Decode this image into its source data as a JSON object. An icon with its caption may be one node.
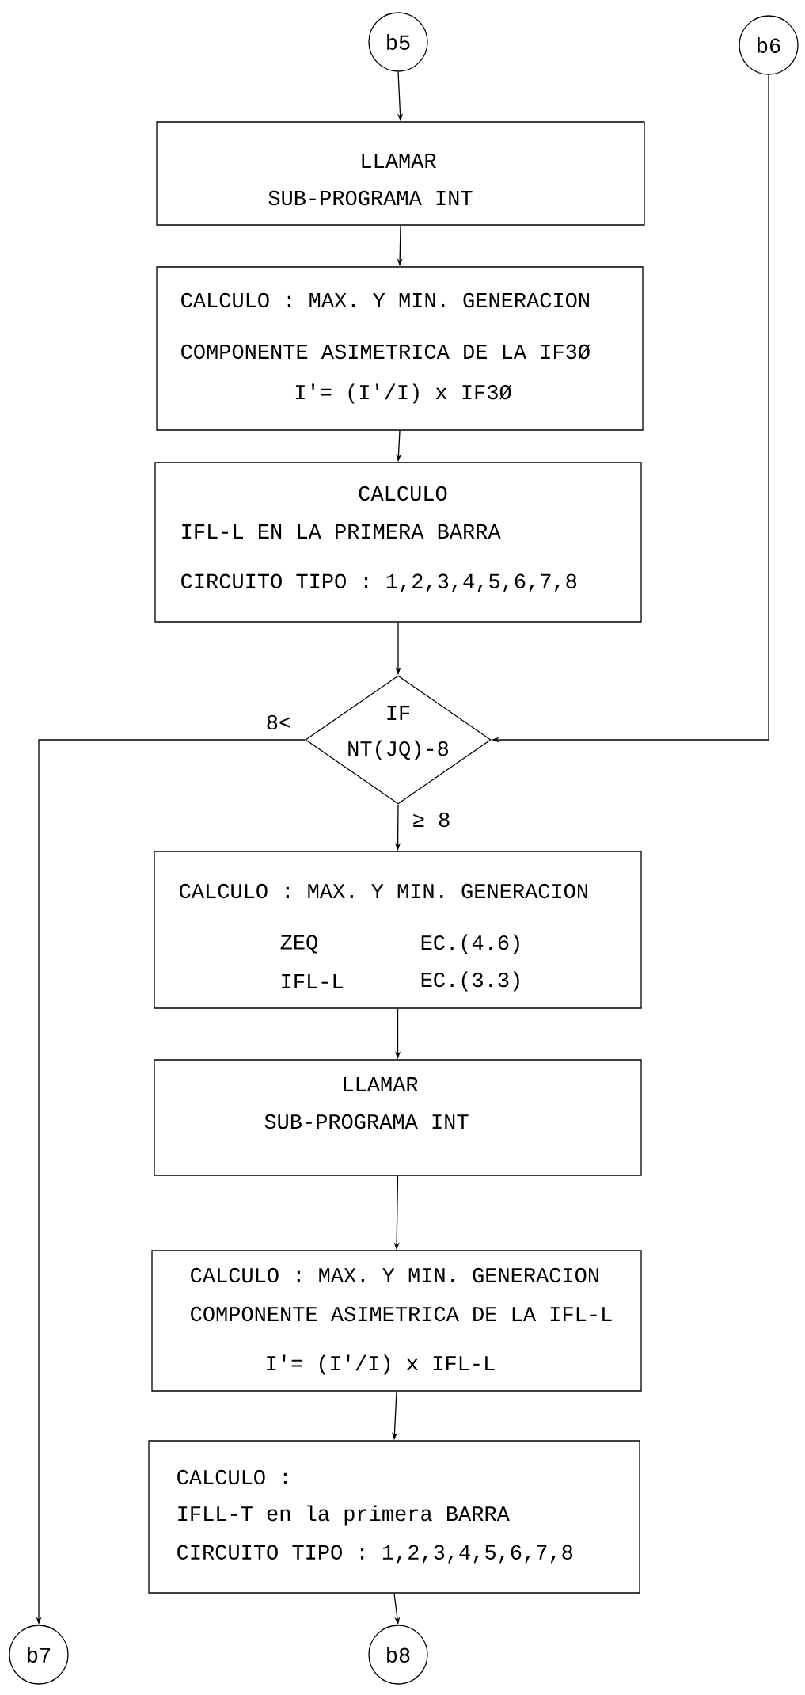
{
  "diagram": {
    "nodes": [
      {
        "text": [
          "b5"
        ]
      },
      {
        "text": [
          "b6"
        ]
      },
      {
        "text": [
          "LLAMAR",
          "SUB-PROGRAMA INT"
        ]
      },
      {
        "text": [
          "CALCULO : MAX. Y MIN. GENERACION",
          "COMPONENTE ASIMETRICA DE LA IF3Ø",
          "I'= (I'/I) x IF3Ø"
        ]
      },
      {
        "text": [
          "CALCULO",
          "IFL-L EN LA PRIMERA BARRA",
          "CIRCUITO TIPO : 1,2,3,4,5,6,7,8"
        ]
      },
      {
        "text": [
          "IF",
          "NT(JQ)-8"
        ]
      },
      {
        "text": [
          "CALCULO : MAX. Y MIN. GENERACION",
          "ZEQ",
          "EC.(4.6)",
          "IFL-L",
          "EC.(3.3)"
        ]
      },
      {
        "text": [
          "LLAMAR",
          "SUB-PROGRAMA INT"
        ]
      },
      {
        "text": [
          "CALCULO : MAX. Y MIN. GENERACION",
          "COMPONENTE ASIMETRICA DE LA IFL-L",
          "I'= (I'/I) x IFL-L"
        ]
      },
      {
        "text": [
          "CALCULO :",
          "IFLL-T en la primera BARRA",
          "CIRCUITO TIPO : 1,2,3,4,5,6,7,8"
        ]
      },
      {
        "text": [
          "b7"
        ]
      },
      {
        "text": [
          "b8"
        ]
      }
    ],
    "edges": [
      {
        "from": 0,
        "to": 2,
        "arrow": "to"
      },
      {
        "from": 2,
        "to": 3,
        "arrow": "to"
      },
      {
        "from": 3,
        "to": 4,
        "arrow": "to"
      },
      {
        "from": 4,
        "to": 5,
        "arrow": "to"
      },
      {
        "from": 1,
        "to": 5,
        "arrow": "to"
      },
      {
        "from": 5,
        "to": 10,
        "label": "8<",
        "arrow": "to"
      },
      {
        "from": 5,
        "to": 6,
        "label": "≥ 8",
        "arrow": "to"
      },
      {
        "from": 6,
        "to": 7,
        "arrow": "to"
      },
      {
        "from": 7,
        "to": 8,
        "arrow": "to"
      },
      {
        "from": 8,
        "to": 9,
        "arrow": "to"
      },
      {
        "from": 9,
        "to": 11,
        "arrow": "to"
      }
    ]
  }
}
